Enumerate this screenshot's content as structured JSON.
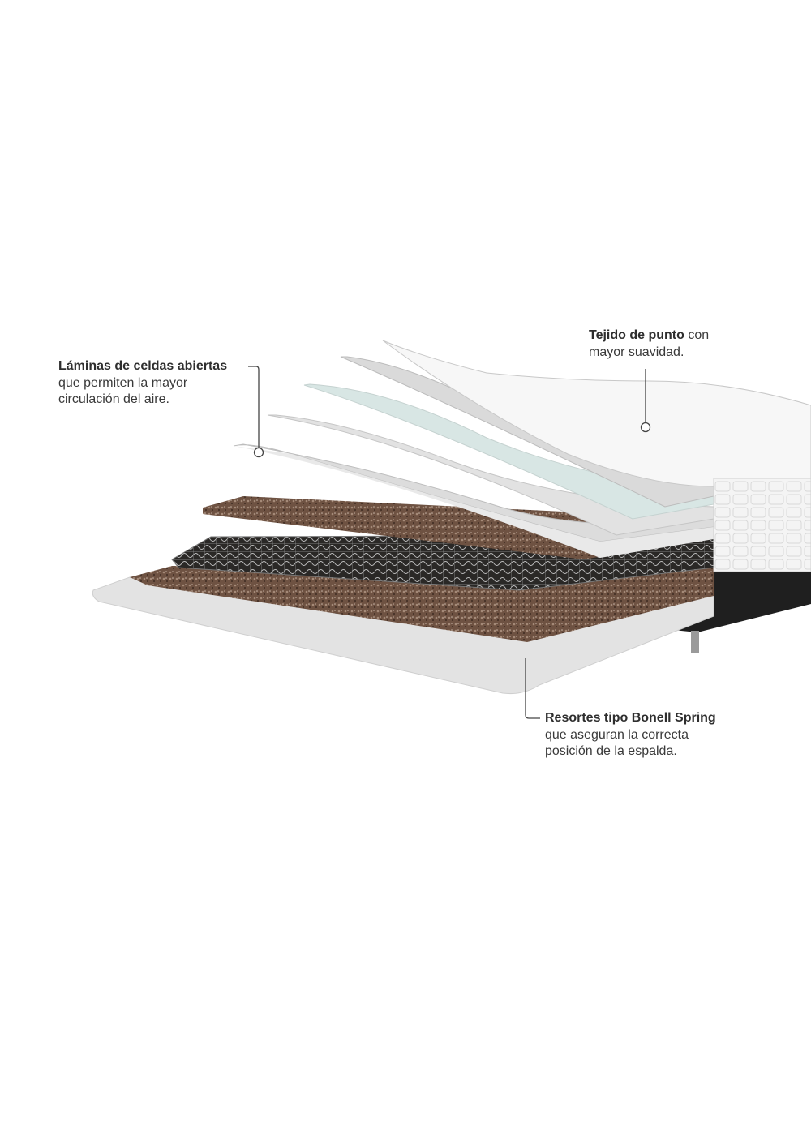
{
  "annotations": {
    "laminas": {
      "title": "Láminas de celdas abiertas",
      "line1": "que permiten la mayor",
      "line2": "circulación del aire."
    },
    "tejido": {
      "title": "Tejido de punto",
      "title_suffix": " con",
      "line1": "mayor suavidad."
    },
    "resortes": {
      "title": "Resortes tipo Bonell Spring",
      "line1": "que aseguran la correcta",
      "line2": "posición de la espalda."
    }
  },
  "colors": {
    "text": "#333333",
    "felt": "#6b4f3e",
    "foam": "#e6e8e8",
    "base": "#1f1f1f"
  }
}
